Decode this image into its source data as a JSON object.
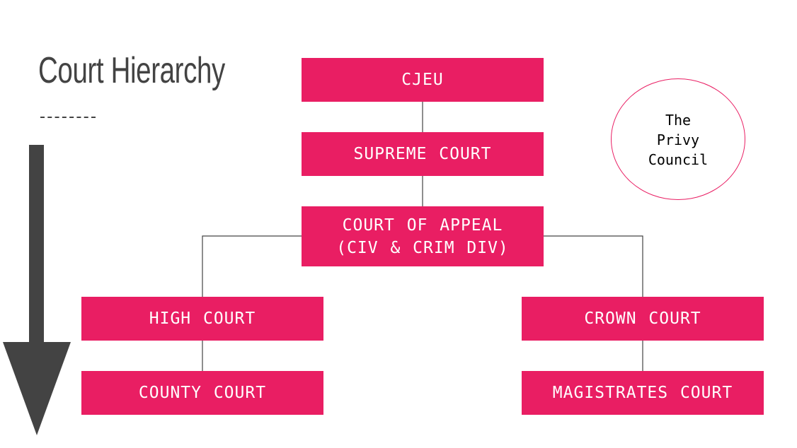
{
  "slide": {
    "title": "Court Hierarchy",
    "colors": {
      "accent": "#e91e63",
      "text_dark": "#434343",
      "connector": "#434343"
    }
  },
  "hierarchy": {
    "cjeu": "CJEU",
    "supreme": "SUPREME COURT",
    "appeal_line1": "COURT OF APPEAL",
    "appeal_line2": "(CIV & CRIM DIV)",
    "high": "HIGH COURT",
    "crown": "CROWN COURT",
    "county": "COUNTY COURT",
    "magistrates": "MAGISTRATES COURT"
  },
  "privy_council": {
    "line1": "The",
    "line2": "Privy",
    "line3": "Council"
  }
}
